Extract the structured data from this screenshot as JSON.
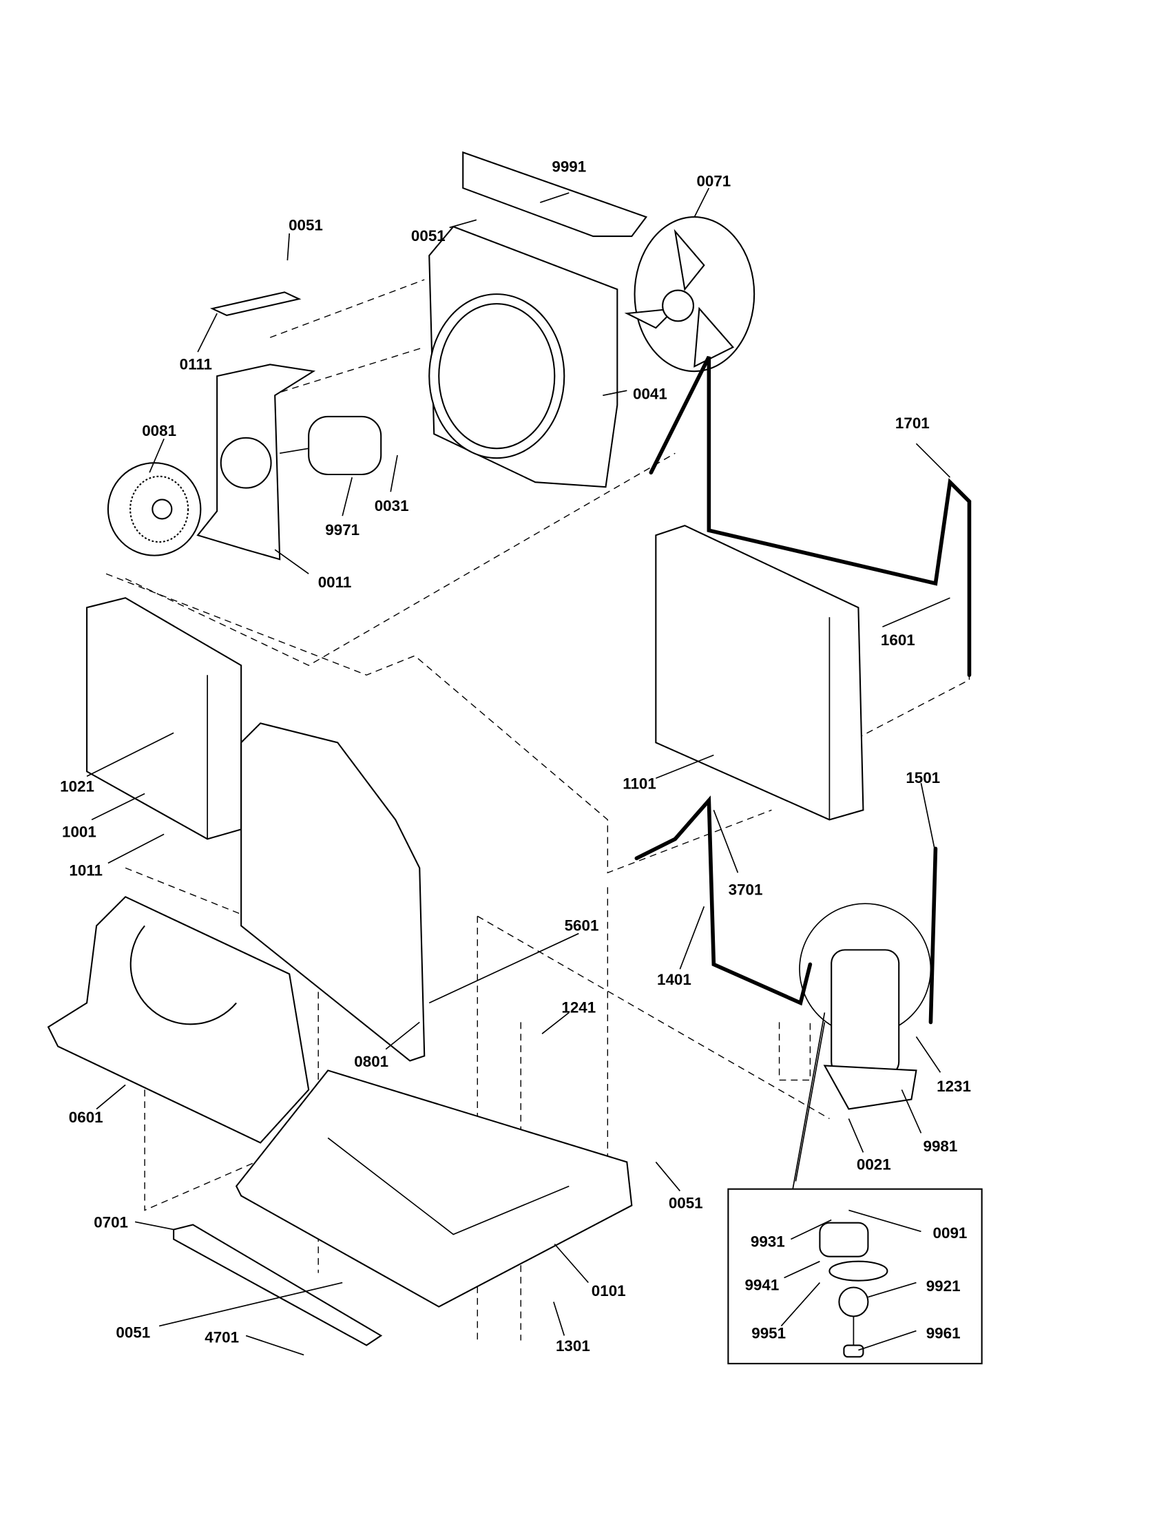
{
  "diagram": {
    "callouts": [
      {
        "part": "9991"
      },
      {
        "part": "0071"
      },
      {
        "part": "0051"
      },
      {
        "part": "0051"
      },
      {
        "part": "0111"
      },
      {
        "part": "0041"
      },
      {
        "part": "1701"
      },
      {
        "part": "0081"
      },
      {
        "part": "9971"
      },
      {
        "part": "0031"
      },
      {
        "part": "0011"
      },
      {
        "part": "1601"
      },
      {
        "part": "1021"
      },
      {
        "part": "1101"
      },
      {
        "part": "1501"
      },
      {
        "part": "1001"
      },
      {
        "part": "3701"
      },
      {
        "part": "1011"
      },
      {
        "part": "5601"
      },
      {
        "part": "1241"
      },
      {
        "part": "1401"
      },
      {
        "part": "0801"
      },
      {
        "part": "0601"
      },
      {
        "part": "1231"
      },
      {
        "part": "9981"
      },
      {
        "part": "0021"
      },
      {
        "part": "0051"
      },
      {
        "part": "0701"
      },
      {
        "part": "0101"
      },
      {
        "part": "0051"
      },
      {
        "part": "4701"
      },
      {
        "part": "1301"
      }
    ],
    "inset_callouts": [
      {
        "part": "9931"
      },
      {
        "part": "0091"
      },
      {
        "part": "9941"
      },
      {
        "part": "9921"
      },
      {
        "part": "9951"
      },
      {
        "part": "9961"
      }
    ]
  }
}
